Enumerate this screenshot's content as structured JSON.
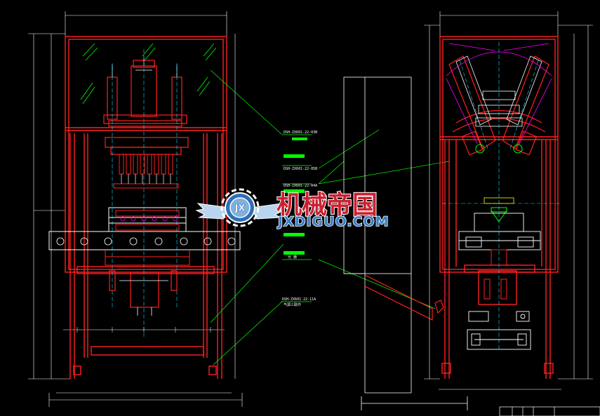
{
  "colors": {
    "background": "#000000",
    "frame": "#ff2020",
    "frame_dark": "#c00000",
    "white": "#ffffff",
    "cyan": "#00e0ff",
    "green": "#00ff00",
    "magenta": "#ff00ff",
    "yellow": "#ffff00",
    "dim": "#d0d0d0",
    "watermark_red": "#cc2030",
    "watermark_outline": "#ffffff",
    "watermark_blue": "#3a7ec8"
  },
  "watermark": {
    "brand_cn": "机械帝国",
    "brand_en": "JXDIGUO.COM",
    "logo_letters": "JX"
  },
  "annotations": [
    {
      "text": "DSH-ZX601-22-03B",
      "pos_key": "a1"
    },
    {
      "text": "DSH-ZX601-22-05B",
      "pos_key": "a2"
    },
    {
      "text": "DSH-ZX601-22-04A",
      "pos_key": "a3"
    },
    {
      "text": "光 栅",
      "pos_key": "a4"
    },
    {
      "text": "DSH-ZX601-22-11A",
      "pos_key": "a5"
    },
    {
      "text": "气源三联件",
      "pos_key": "a6"
    }
  ],
  "icons": {
    "logo": "gear-wings-logo-icon"
  }
}
